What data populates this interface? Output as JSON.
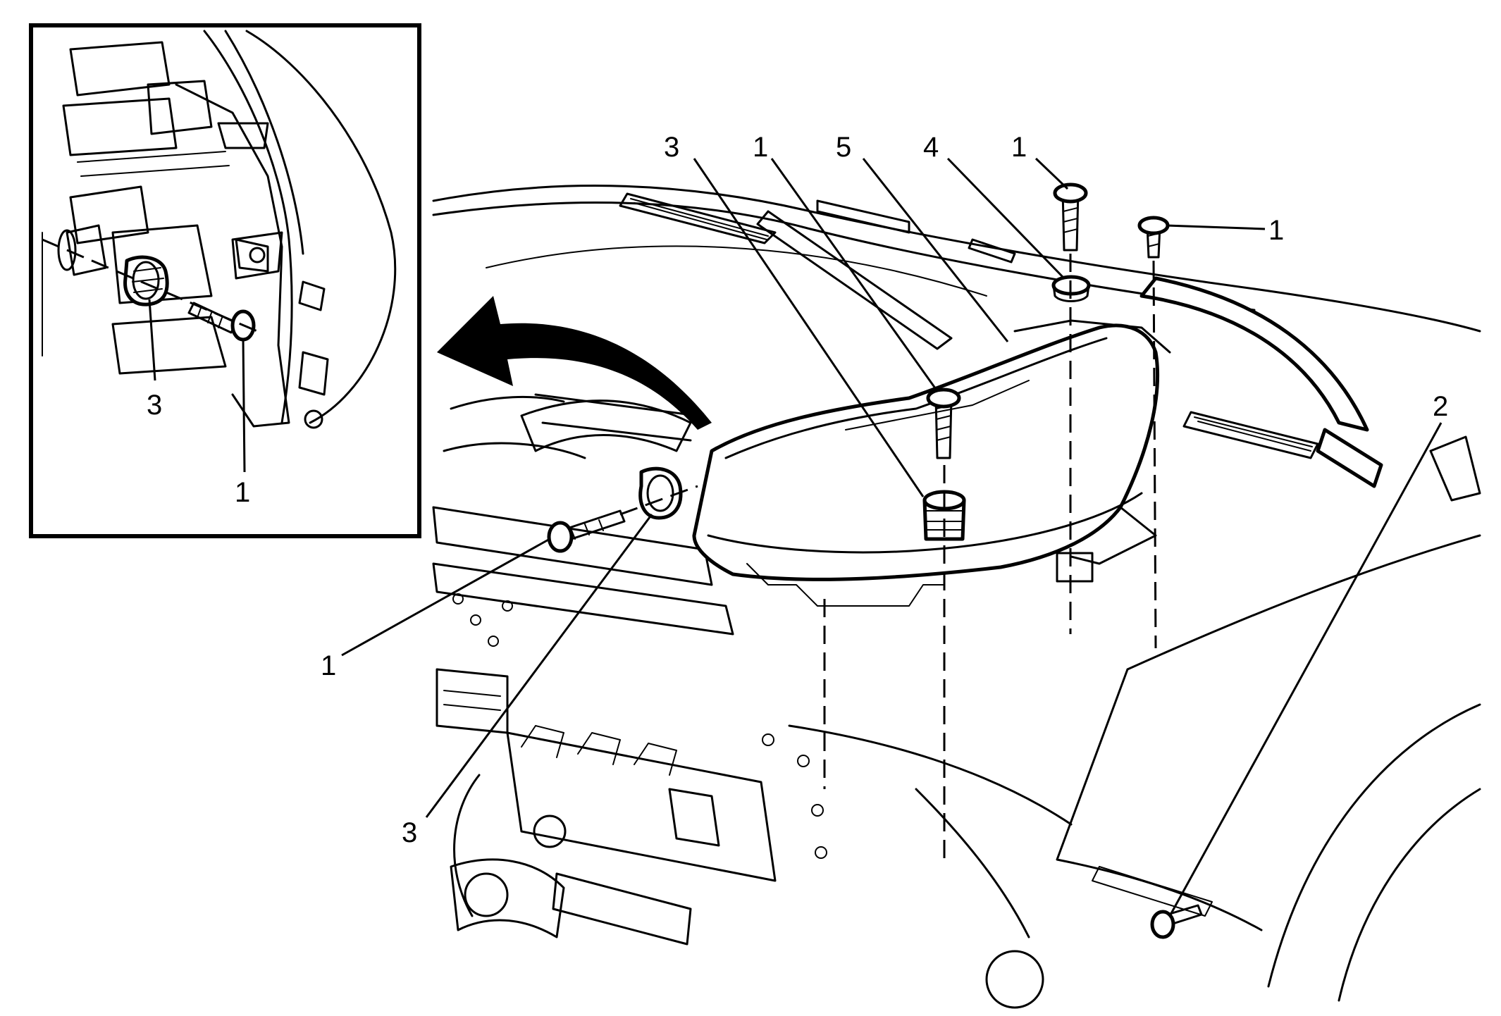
{
  "callouts": {
    "c1": "3",
    "c2": "1",
    "c3": "5",
    "c4": "4",
    "c5": "1",
    "c6": "1",
    "c7": "2",
    "c8": "1",
    "c9": "3",
    "c10": "3",
    "c11": "1"
  }
}
